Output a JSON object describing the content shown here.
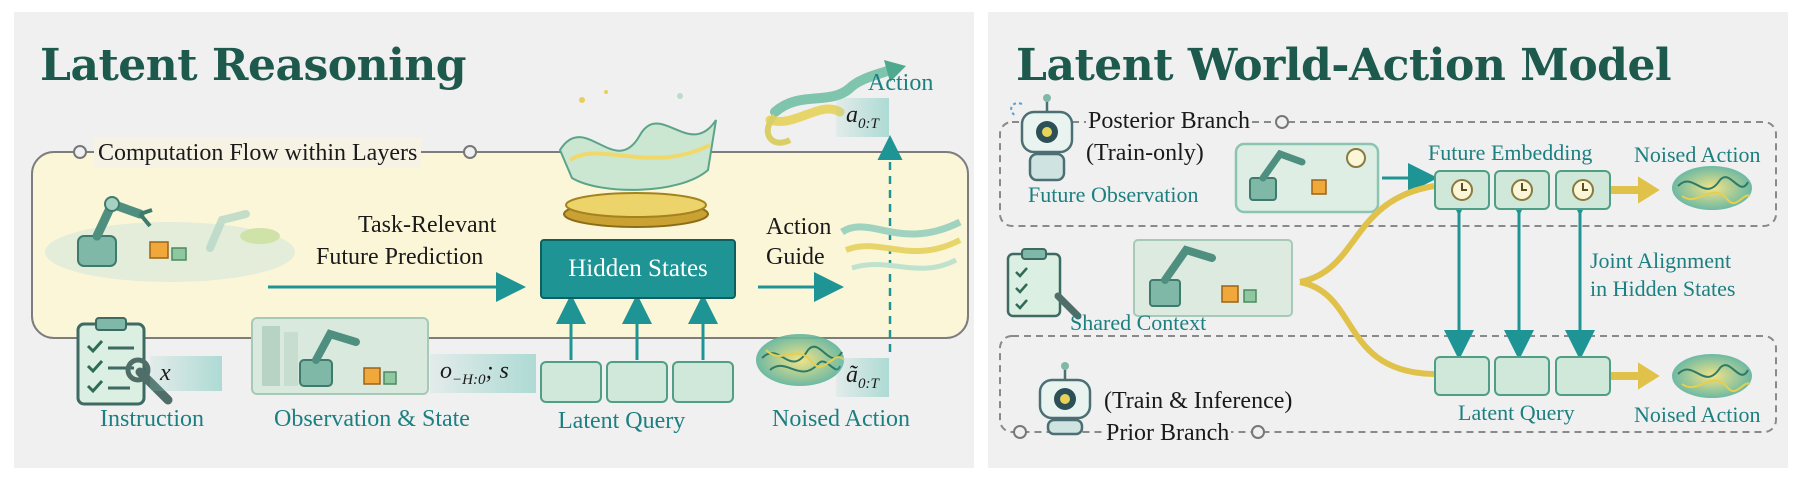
{
  "left": {
    "title": "Latent Reasoning",
    "flow_label": "Computation Flow within Layers",
    "prediction_label_1": "Task-Relevant",
    "prediction_label_2": "Future Prediction",
    "hidden_states": "Hidden States",
    "guide_label_1": "Action",
    "guide_label_2": "Guide",
    "action_label": "Action",
    "action_math_base": "a",
    "action_math_sub": "0:T",
    "noised_math_base": "ã",
    "noised_math_sub": "0:T",
    "instruction_math": "x",
    "obs_math_base": "o",
    "obs_math_sub": "−H:0",
    "obs_math_tail": "; s",
    "labels": {
      "instruction": "Instruction",
      "observation": "Observation & State",
      "latent_query": "Latent Query",
      "noised_action": "Noised Action"
    }
  },
  "right": {
    "title": "Latent World-Action Model",
    "posterior_branch": "Posterior Branch",
    "train_only": "(Train-only)",
    "future_observation": "Future Observation",
    "future_embedding": "Future Embedding",
    "noised_action_top": "Noised Action",
    "joint_alignment_1": "Joint Alignment",
    "joint_alignment_2": "in Hidden States",
    "shared_context": "Shared Context",
    "train_inference": "(Train & Inference)",
    "prior_branch": "Prior Branch",
    "latent_query": "Latent Query",
    "noised_action_bottom": "Noised Action"
  },
  "colors": {
    "title": "#1d5a4d",
    "teal": "#1f9494",
    "teal_text": "#1c7f80",
    "flow_fill": "#fbf6d8",
    "gold": "#e0c24a",
    "panel": "#f0f0f0"
  },
  "icons": [
    "robot-arm-icon",
    "clipboard-checklist-icon",
    "wrench-icon",
    "robot-mascot-icon",
    "clock-icon",
    "golden-pedestal-icon",
    "arrow-icon",
    "noise-scribble-icon"
  ]
}
